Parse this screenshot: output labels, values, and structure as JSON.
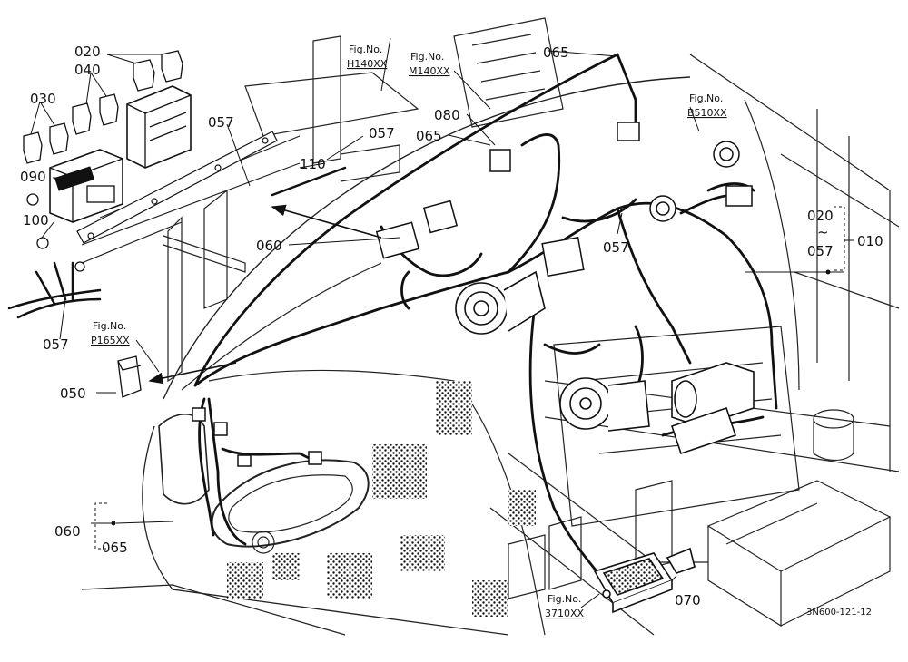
{
  "callouts": {
    "c020_top": "020",
    "c040": "040",
    "c030": "030",
    "c090": "090",
    "c100": "100",
    "c057_left": "057",
    "c057_bracket": "057",
    "c057_top": "057",
    "c057_mid": "057",
    "c110": "110",
    "c060_mid": "060",
    "c050": "050",
    "c065_top": "065",
    "c080": "080",
    "c065_mid": "065",
    "c070": "070",
    "c060_bl": "060",
    "c065_bl": "065",
    "c020_right": "020",
    "c057_right": "057",
    "tilde": "~",
    "c010": "010"
  },
  "fig_refs": {
    "h140": {
      "title": "Fig.No.",
      "code": "H140XX"
    },
    "m140": {
      "title": "Fig.No.",
      "code": "M140XX"
    },
    "b510": {
      "title": "Fig.No.",
      "code": "B510XX"
    },
    "p165": {
      "title": "Fig.No.",
      "code": "P165XX"
    },
    "f3710": {
      "title": "Fig.No.",
      "code": "3710XX"
    }
  },
  "drawing_code": "3N600-121-12"
}
